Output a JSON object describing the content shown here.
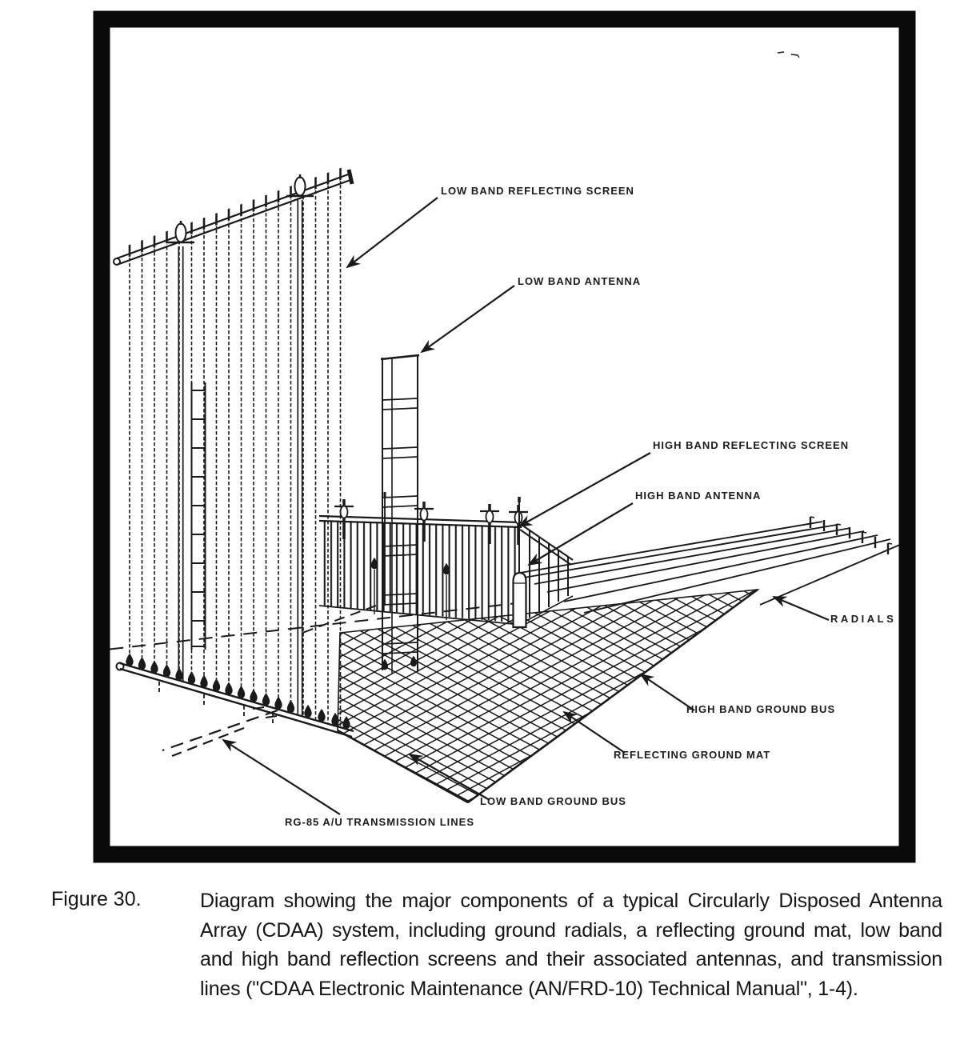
{
  "figure": {
    "number_label": "Figure 30.",
    "caption_lines": [
      "Diagram showing the major components of a typical Circularly Disposed Antenna",
      "Array (CDAA) system, including ground radials, a reflecting ground mat, low band",
      "and high band reflection screens and their associated antennas, and transmission",
      "lines (\"CDAA Electronic Maintenance (AN/FRD-10) Technical Manual\", 1-4)."
    ]
  },
  "diagram": {
    "ink_color": "#1a1a1a",
    "paper_color": "#ffffff",
    "labels": [
      {
        "id": "low-band-reflecting-screen",
        "text": "LOW BAND REFLECTING SCREEN"
      },
      {
        "id": "low-band-antenna",
        "text": "LOW BAND ANTENNA"
      },
      {
        "id": "high-band-reflecting-screen",
        "text": "HIGH BAND REFLECTING SCREEN"
      },
      {
        "id": "high-band-antenna",
        "text": "HIGH BAND ANTENNA"
      },
      {
        "id": "radials",
        "text": "RADIALS"
      },
      {
        "id": "high-band-ground-bus",
        "text": "HIGH BAND GROUND BUS"
      },
      {
        "id": "reflecting-ground-mat",
        "text": "REFLECTING GROUND MAT"
      },
      {
        "id": "low-band-ground-bus",
        "text": "LOW BAND GROUND BUS"
      },
      {
        "id": "rg-85-transmission-lines",
        "text": "RG-85 A/U TRANSMISSION LINES"
      }
    ]
  }
}
